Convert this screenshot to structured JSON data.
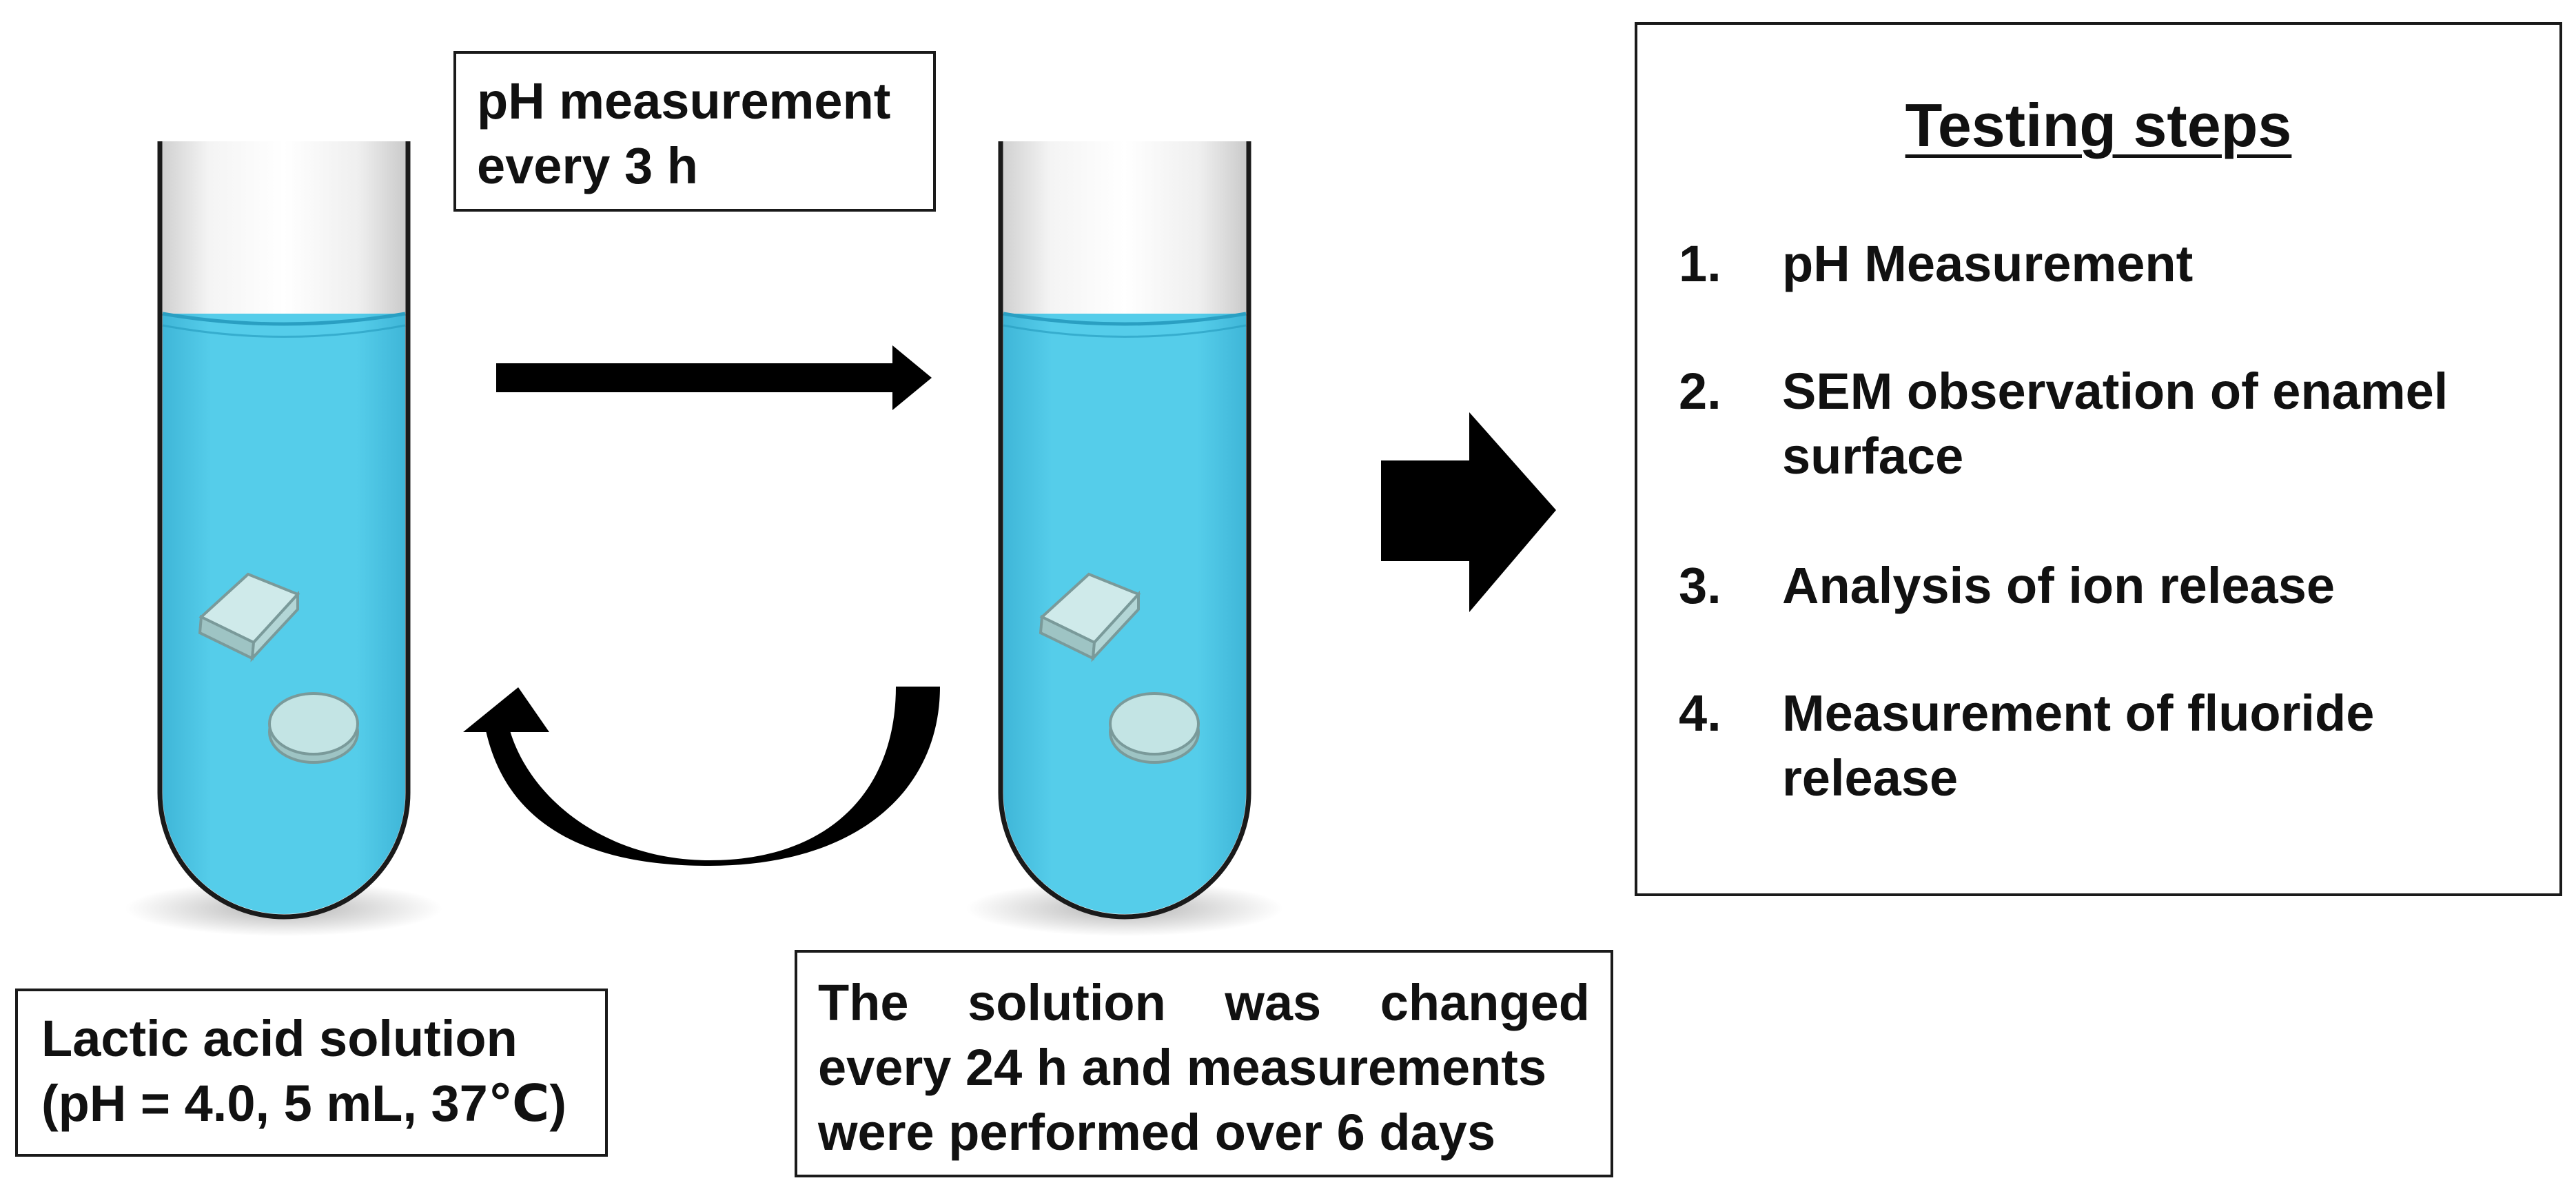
{
  "ph_box": {
    "line1": "pH measurement",
    "line2": "every 3 h"
  },
  "lactic_box": {
    "line1": "Lactic acid solution",
    "line2": "(pH = 4.0, 5 mL, 37℃)"
  },
  "solution_box": {
    "line1": "The solution was changed",
    "line2": "every 24 h and measurements",
    "line3": "were performed over 6 days"
  },
  "testing_steps": {
    "title": "Testing steps",
    "steps": [
      {
        "num": "1.",
        "text": "pH Measurement"
      },
      {
        "num": "2.",
        "text": "SEM observation of enamel surface"
      },
      {
        "num": "3.",
        "text": "Analysis of ion release"
      },
      {
        "num": "4.",
        "text": "Measurement of fluoride release"
      }
    ]
  },
  "colors": {
    "solution": "#55cdea",
    "specimen": "#bfe3e3",
    "outline": "#1a1a1a",
    "arrow": "#000000"
  }
}
